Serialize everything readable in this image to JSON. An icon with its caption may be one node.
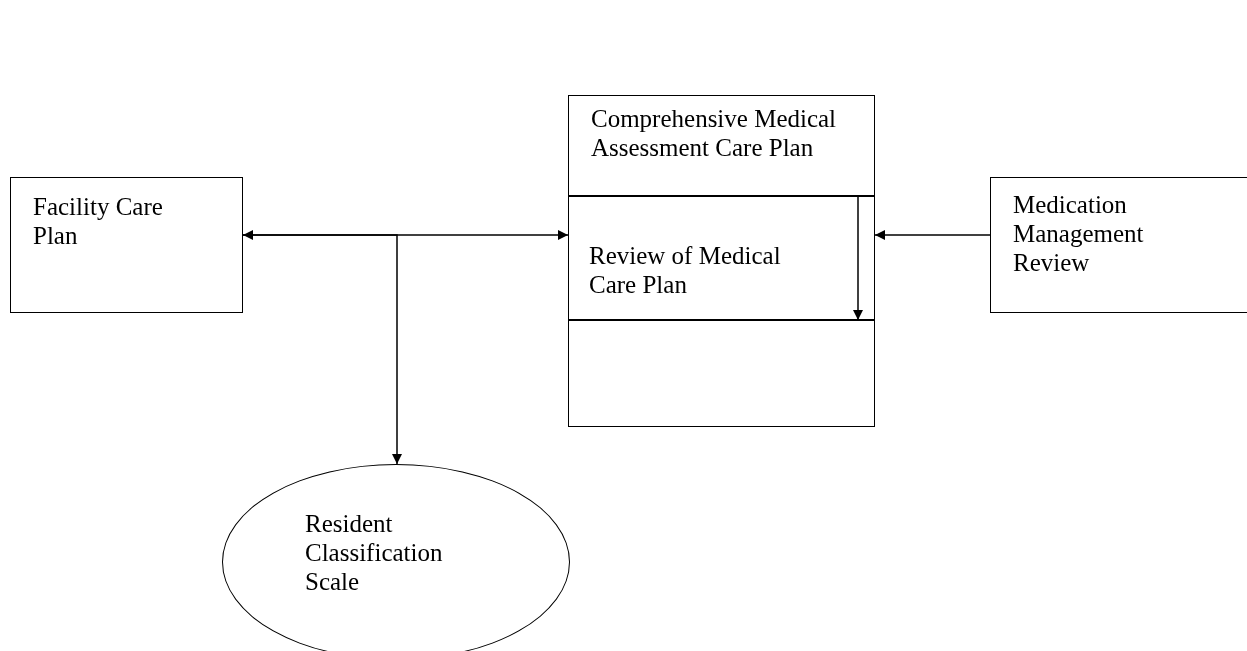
{
  "diagram": {
    "nodes": [
      {
        "text": [
          "Facility Care Plan"
        ]
      },
      {
        "text": [
          "Comprehensive Medical Assessment Care Plan"
        ]
      },
      {
        "text": [
          "Review of Medical Care Plan"
        ]
      },
      {
        "text": [],
        "shape": "box"
      },
      {
        "text": [
          "Medication Management Review"
        ]
      },
      {
        "text": [
          "Resident Classification Scale"
        ]
      }
    ],
    "edges": [
      {
        "from": 0,
        "to": 2,
        "arrow": "both"
      },
      {
        "from": 0,
        "to": 5,
        "arrow": "to"
      },
      {
        "from": 4,
        "to": 2,
        "arrow": "to"
      },
      {
        "from": 1,
        "to": 2,
        "arrow": "to"
      }
    ]
  }
}
